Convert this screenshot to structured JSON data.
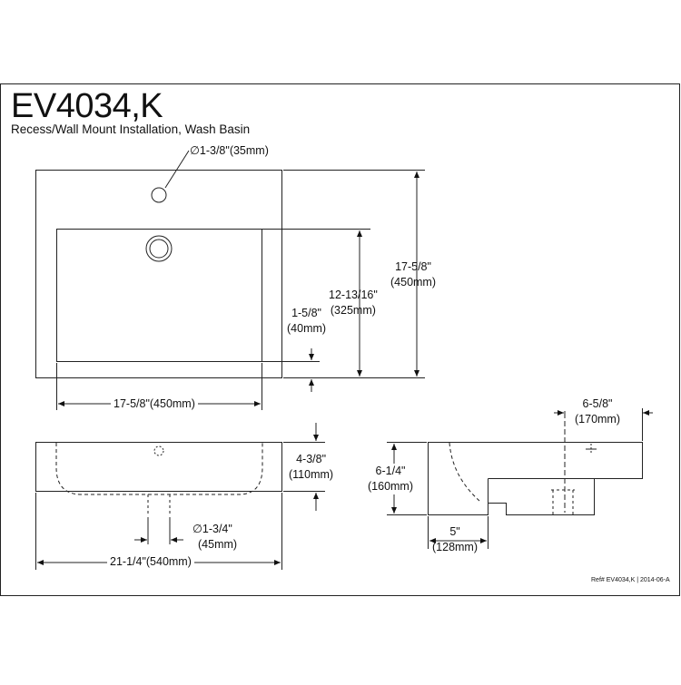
{
  "header": {
    "model": "EV4034,K",
    "description": "Recess/Wall Mount Installation, Wash Basin"
  },
  "dimensions": {
    "faucet_hole": "∅1-3/8\"(35mm)",
    "top_width": "17-5/8\"(450mm)",
    "depth_in": "17-5/8\"",
    "depth_mm": "(450mm)",
    "bowl_depth_in": "12-13/16\"",
    "bowl_depth_mm": "(325mm)",
    "rim_in": "1-5/8\"",
    "rim_mm": "(40mm)",
    "height_in": "4-3/8\"",
    "height_mm": "(110mm)",
    "drain_in": "∅1-3/4\"",
    "drain_mm": "(45mm)",
    "front_width": "21-1/4\"(540mm)",
    "side_height_in": "6-1/4\"",
    "side_height_mm": "(160mm)",
    "side_top_in": "6-5/8\"",
    "side_top_mm": "(170mm)",
    "side_bottom_in": "5\"",
    "side_bottom_mm": "(128mm)"
  },
  "footer": {
    "reference": "Ref# EV4034,K | 2014-06-A"
  }
}
